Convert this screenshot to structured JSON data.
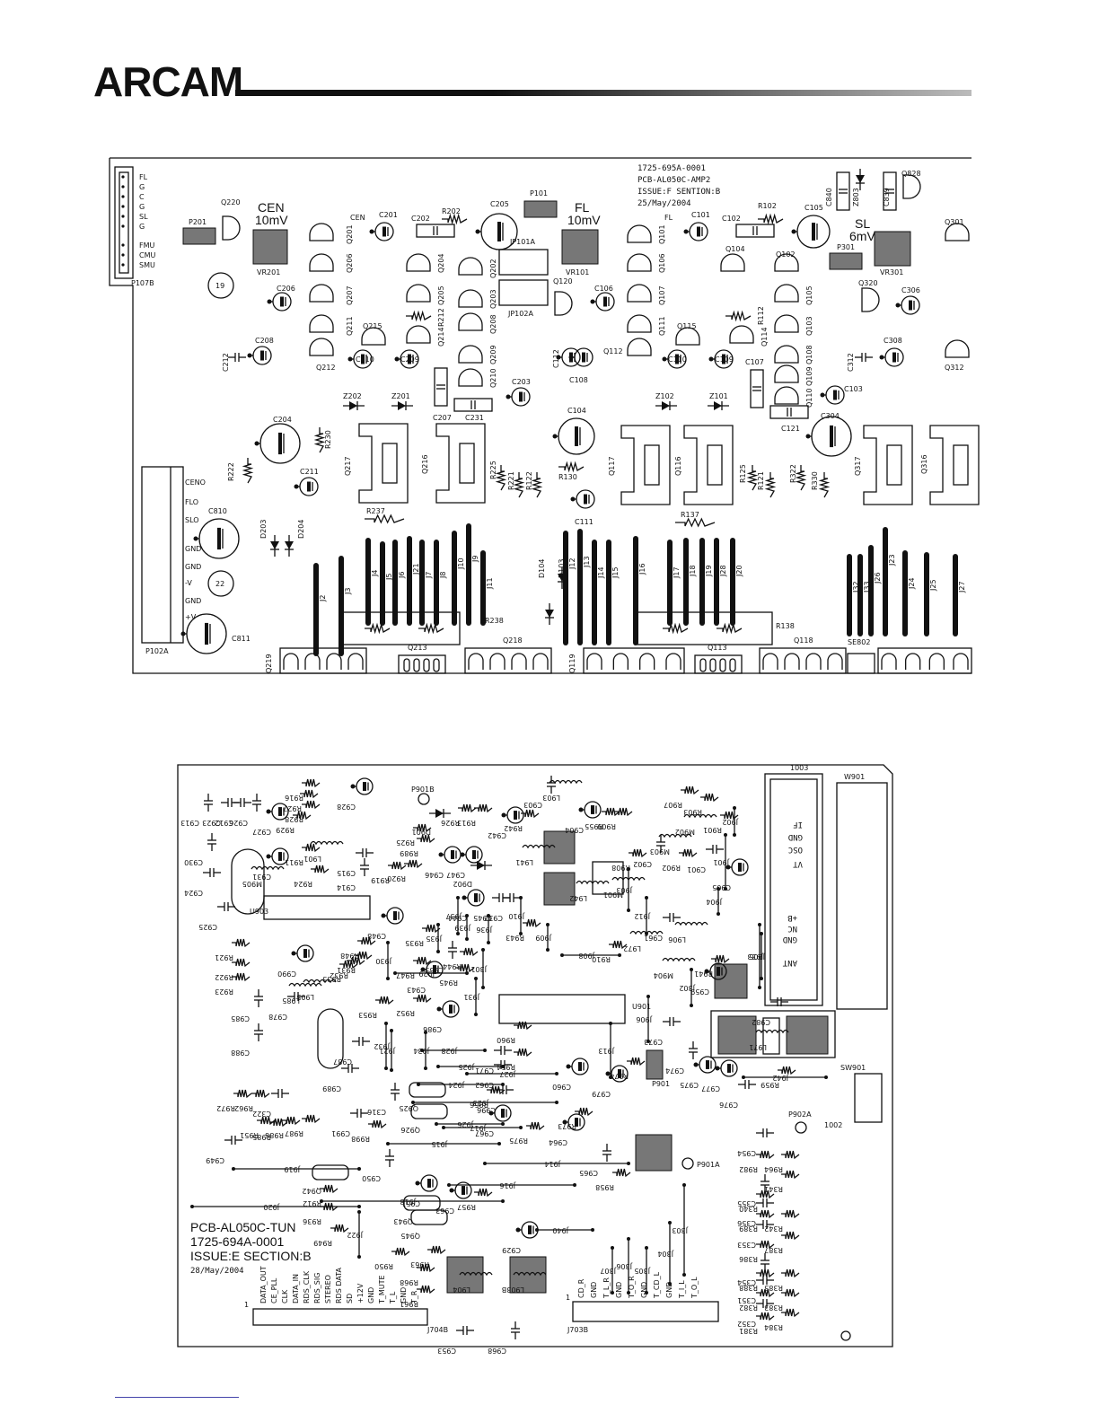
{
  "header": {
    "logo_text": "ARCAM"
  },
  "board_amp": {
    "part_number": "1725-695A-0001",
    "pcb_name": "PCB-AL050C-AMP2",
    "issue": "ISSUE:F SENTION:B",
    "date": "25/May/2004",
    "connector_p107b_pins": [
      "FL",
      "G",
      "C",
      "G",
      "SL",
      "G",
      "FMU",
      "CMU",
      "SMU"
    ],
    "connector_p107b_label": "P107B",
    "connector_p102a_pins": [
      "CENO",
      "FLO",
      "SLO",
      "GND",
      "GND",
      "-V",
      "GND",
      "+V"
    ],
    "connector_p102a_label": "P102A",
    "channel_labels": [
      {
        "name": "CEN",
        "level": "10mV"
      },
      {
        "name": "FL",
        "level": "10mV"
      },
      {
        "name": "SL",
        "level": "6mV"
      }
    ],
    "pots": [
      "VR201",
      "VR101",
      "VR301"
    ],
    "pads": [
      "P201",
      "P101",
      "P301"
    ],
    "jumpers": [
      "JP101A",
      "JP102A"
    ],
    "capacitors": [
      "C201",
      "C202",
      "C205",
      "C206",
      "C208",
      "C210",
      "C209",
      "C212",
      "C203",
      "C207",
      "C231",
      "C204",
      "C211",
      "C810",
      "C811",
      "C101",
      "C102",
      "C105",
      "C106",
      "C112",
      "C108",
      "C110",
      "C109",
      "C107",
      "C103",
      "C104",
      "C111",
      "C121",
      "C304",
      "C306",
      "C308",
      "C312",
      "C840",
      "C839"
    ],
    "resistors": [
      "R202",
      "R102",
      "R212",
      "R112",
      "R230",
      "R222",
      "R225",
      "R221",
      "R122",
      "R130",
      "R125",
      "R121",
      "R322",
      "R330",
      "R237",
      "R137",
      "R238",
      "R138"
    ],
    "transistors": [
      "Q220",
      "Q201",
      "Q206",
      "Q207",
      "Q211",
      "Q212",
      "Q215",
      "Q204",
      "Q205",
      "Q214",
      "Q202",
      "Q203",
      "Q208",
      "Q209",
      "Q210",
      "Q120",
      "Q101",
      "Q106",
      "Q107",
      "Q111",
      "Q112",
      "Q115",
      "Q104",
      "Q102",
      "Q105",
      "Q103",
      "Q108",
      "Q114",
      "Q109",
      "Q110",
      "Q320",
      "Q312",
      "Q301",
      "Q828",
      "Q217",
      "Q216",
      "Q117",
      "Q116",
      "Q317",
      "Q316",
      "Q219",
      "Q213",
      "Q218",
      "Q119",
      "Q113",
      "Q118"
    ],
    "diodes": [
      "Z202",
      "Z201",
      "Z102",
      "Z101",
      "D203",
      "D204",
      "D104",
      "D103",
      "Z803"
    ],
    "links": [
      "J2",
      "J3",
      "J4",
      "J5",
      "J6",
      "J21",
      "J7",
      "J8",
      "J10",
      "J9",
      "J11",
      "J12",
      "J13",
      "J14",
      "J15",
      "J16",
      "J17",
      "J18",
      "J19",
      "J28",
      "J20",
      "J32",
      "J33",
      "J26",
      "J23",
      "J24",
      "J25",
      "J27"
    ],
    "misc": [
      "CEN",
      "FL",
      "19",
      "22",
      "SE802"
    ]
  },
  "board_tun": {
    "pcb_name": "PCB-AL050C-TUN",
    "part_number": "1725-694A-0001",
    "issue": "ISSUE:E SECTION:B",
    "date": "28/May/2004",
    "module_label": "1003",
    "module_pins": [
      "VT",
      "OSC",
      "GND",
      "IF",
      "+B",
      "NC",
      "GND",
      "ANT"
    ],
    "pads": [
      "P901B",
      "P901A",
      "P902A",
      "P901"
    ],
    "modules": [
      "W901",
      "SW901",
      "1002"
    ],
    "connector_j704b_label": "J704B",
    "connector_j704b_pins": [
      "DATA_OUT",
      "CE_PLL",
      "CLK",
      "DATA_IN",
      "RDS_CLK",
      "RDS_SIG",
      "STEREO",
      "RDS DATA",
      "SD",
      "+12V",
      "GND",
      "T_MUTE",
      "T_L",
      "GND",
      "T_R"
    ],
    "connector_j703b_label": "J703B",
    "connector_j703b_pins": [
      "CD_R",
      "GND",
      "T_L_R",
      "GND",
      "T_O_R",
      "GND",
      "T_CD_L",
      "GND",
      "T_I_L",
      "T_O_L"
    ],
    "pin1_label": "1",
    "ics": [
      "U901",
      "U903"
    ],
    "capacitors": [
      "C913",
      "C923",
      "C912",
      "C926",
      "C927",
      "C928",
      "C930",
      "C931",
      "C915",
      "C914",
      "C924",
      "C925",
      "C903",
      "C904",
      "C942",
      "C947",
      "C946",
      "C948",
      "C944",
      "C945",
      "C932",
      "C955",
      "C961",
      "C929",
      "C959",
      "C982",
      "C973",
      "C974",
      "C975",
      "C976",
      "C977",
      "C971",
      "C962",
      "C960",
      "C979",
      "C978",
      "C985",
      "C987",
      "C989",
      "C988",
      "C990",
      "C986",
      "C943",
      "C991",
      "C949",
      "C950",
      "C963",
      "C964",
      "C965",
      "C951",
      "C967",
      "C968",
      "C953",
      "C954",
      "C355",
      "C356",
      "C353",
      "C354",
      "C351",
      "C352",
      "C902",
      "C901",
      "C905",
      "C316",
      "C322",
      "C996"
    ],
    "resistors": [
      "R916",
      "R927",
      "R928",
      "R929",
      "R926",
      "R913",
      "R911",
      "R924",
      "R921",
      "R922",
      "R923",
      "R925",
      "R989",
      "R919",
      "R920",
      "R931",
      "R932",
      "R933",
      "R948",
      "R935",
      "R943",
      "R942",
      "R941",
      "R944",
      "R945",
      "R947",
      "R952",
      "R953",
      "R955",
      "R908",
      "R909",
      "R907",
      "R903",
      "R901",
      "R902",
      "R910",
      "R974",
      "R973",
      "R975",
      "R957",
      "R958",
      "R956",
      "R954",
      "R959",
      "R960",
      "R972",
      "R962",
      "R951",
      "R985",
      "R986",
      "R987",
      "R998",
      "R912",
      "R936",
      "R949",
      "R950",
      "R968",
      "R961",
      "R963",
      "R964",
      "R982",
      "R341",
      "R340",
      "R342",
      "R389",
      "R387",
      "R386",
      "R385",
      "R388",
      "R383",
      "R382",
      "R384",
      "R381"
    ],
    "links": [
      "J901",
      "J902",
      "J903",
      "J904",
      "J905",
      "J906",
      "J908",
      "J909",
      "J910",
      "J912",
      "J913",
      "J914",
      "J915",
      "J916",
      "J917",
      "J918",
      "J919",
      "J920",
      "J921",
      "J922",
      "J923",
      "J924",
      "J925",
      "J926",
      "J927",
      "J928",
      "J929",
      "J930",
      "J931",
      "J932",
      "J933",
      "J934",
      "J935",
      "J936",
      "J937",
      "J939",
      "J940",
      "J942",
      "J301",
      "J302",
      "J303",
      "J304",
      "J305",
      "J306",
      "J307"
    ],
    "inductors": [
      "L901",
      "L903",
      "L905",
      "L906",
      "L972",
      "L971",
      "L985",
      "L941",
      "L942",
      "L904",
      "L903B",
      "M901",
      "M902",
      "M903",
      "M904",
      "M905"
    ],
    "diodes": [
      "D901",
      "D902",
      "Q925",
      "Q926",
      "Q942",
      "Q943",
      "Q945"
    ]
  }
}
